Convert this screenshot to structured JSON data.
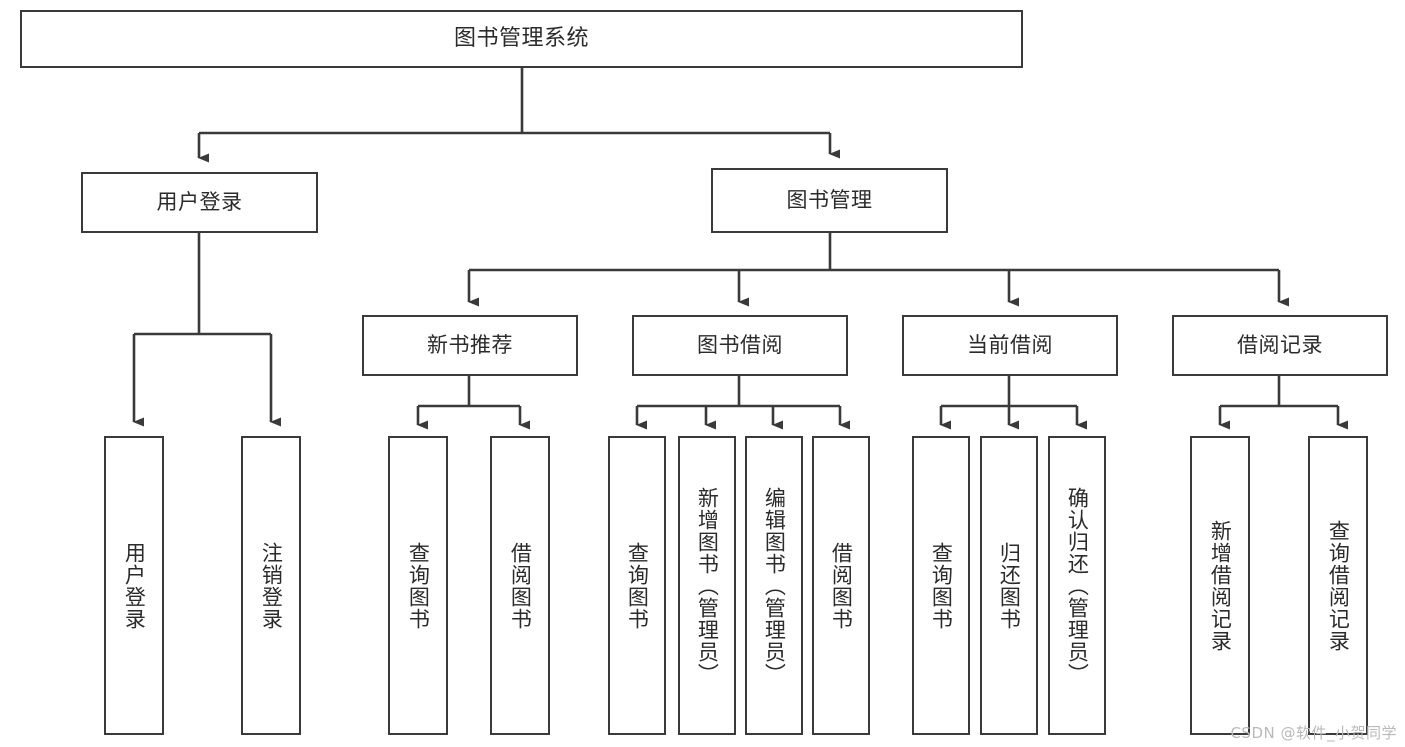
{
  "diagram": {
    "title": "图书管理系统",
    "type": "tree-hierarchy",
    "watermark": "CSDN @软件_小贺同学",
    "colors": {
      "box_border": "#3a3a3a",
      "box_fill": "#ffffff",
      "connector": "#3a3a3a",
      "text": "#2b2b2b",
      "watermark": "#b9b9b9"
    },
    "root": {
      "label": "图书管理系统"
    },
    "level2": [
      {
        "label": "用户登录"
      },
      {
        "label": "图书管理"
      }
    ],
    "level3": [
      {
        "label": "新书推荐"
      },
      {
        "label": "图书借阅"
      },
      {
        "label": "当前借阅"
      },
      {
        "label": "借阅记录"
      }
    ],
    "leaves": {
      "user_login": [
        {
          "label": "用户登录"
        },
        {
          "label": "注销登录"
        }
      ],
      "new_book_recommend": [
        {
          "label": "查询图书"
        },
        {
          "label": "借阅图书"
        }
      ],
      "book_borrow": [
        {
          "label": "查询图书"
        },
        {
          "label": "新增图书（管理员）"
        },
        {
          "label": "编辑图书（管理员）"
        },
        {
          "label": "借阅图书"
        }
      ],
      "current_borrow": [
        {
          "label": "查询图书"
        },
        {
          "label": "归还图书"
        },
        {
          "label": "确认归还（管理员）"
        }
      ],
      "borrow_records": [
        {
          "label": "新增借阅记录"
        },
        {
          "label": "查询借阅记录"
        }
      ]
    }
  }
}
